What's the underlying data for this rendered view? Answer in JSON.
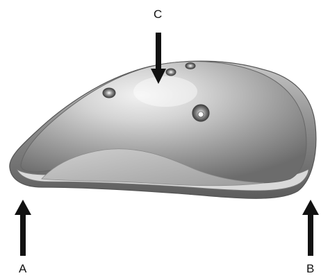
{
  "figure": {
    "labels": {
      "top": "C",
      "bottom_left": "A",
      "bottom_right": "B"
    },
    "colors": {
      "background": "#ffffff",
      "arrow": "#111111",
      "shell_light": "#eeeeee",
      "shell_mid": "#a9a9a9",
      "shell_dark": "#6f6f6f",
      "rim": "#8f8f8f",
      "inner_pad": "#b9b9b9"
    }
  }
}
